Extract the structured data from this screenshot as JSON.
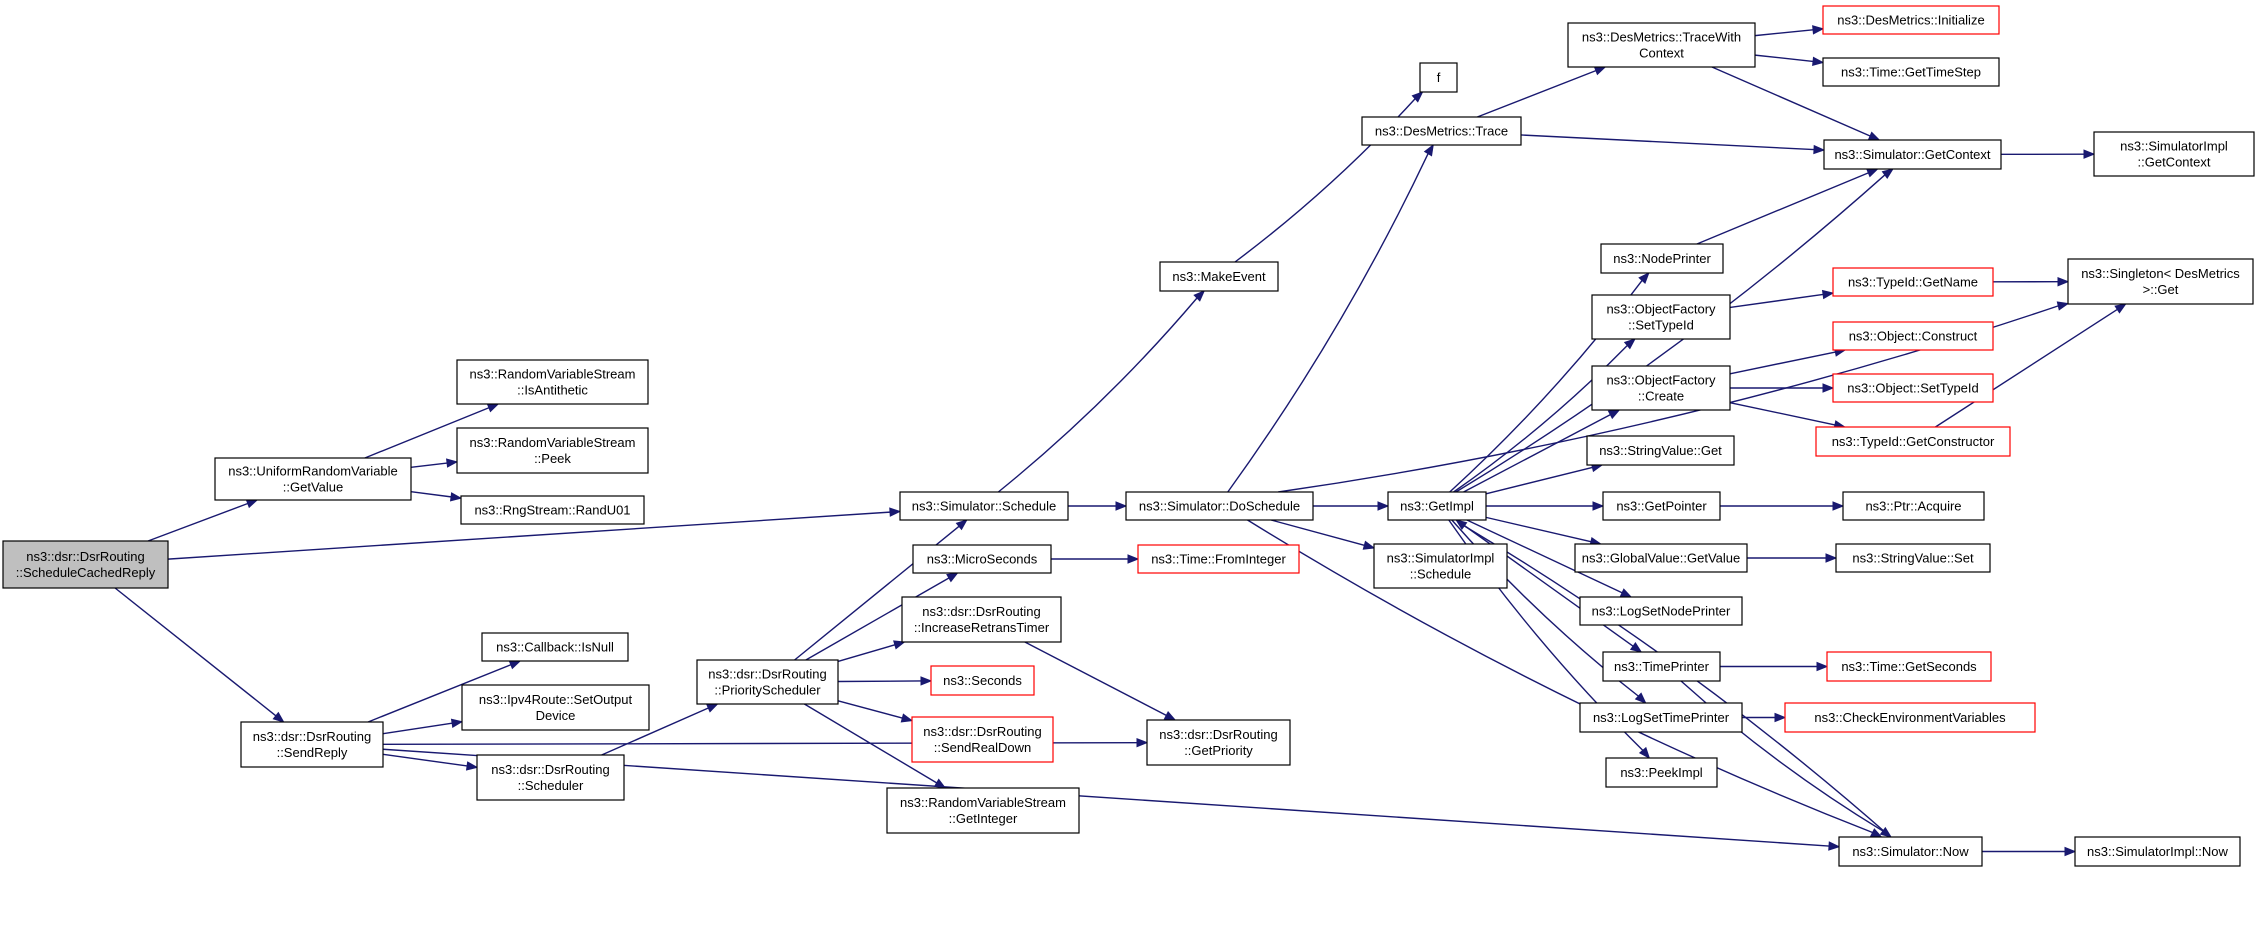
{
  "diagram": {
    "title": "",
    "colors": {
      "edge": "#191970",
      "external_border": "#ff0000",
      "root_fill": "#bfbfbf",
      "node_border": "#000000"
    },
    "nodes": {
      "n0": {
        "lines": [
          "ns3::dsr::DsrRouting",
          "::ScheduleCachedReply"
        ],
        "kind": "root"
      },
      "n1": {
        "lines": [
          "ns3::UniformRandomVariable",
          "::GetValue"
        ]
      },
      "n2": {
        "lines": [
          "ns3::RandomVariableStream",
          "::IsAntithetic"
        ]
      },
      "n3": {
        "lines": [
          "ns3::RandomVariableStream",
          "::Peek"
        ]
      },
      "n4": {
        "lines": [
          "ns3::RngStream::RandU01"
        ]
      },
      "n5": {
        "lines": [
          "ns3::Simulator::Schedule"
        ]
      },
      "n6": {
        "lines": [
          "ns3::MakeEvent"
        ]
      },
      "n7": {
        "lines": [
          "f"
        ]
      },
      "n8": {
        "lines": [
          "ns3::Simulator::DoSchedule"
        ]
      },
      "n9": {
        "lines": [
          "ns3::DesMetrics::Trace"
        ]
      },
      "n10": {
        "lines": [
          "ns3::DesMetrics::TraceWith",
          "Context"
        ]
      },
      "n11": {
        "lines": [
          "ns3::DesMetrics::Initialize"
        ],
        "kind": "red"
      },
      "n12": {
        "lines": [
          "ns3::Time::GetTimeStep"
        ]
      },
      "n13": {
        "lines": [
          "ns3::Simulator::GetContext"
        ]
      },
      "n14": {
        "lines": [
          "ns3::SimulatorImpl",
          "::GetContext"
        ]
      },
      "n15": {
        "lines": [
          "ns3::Singleton< DesMetrics",
          ">::Get"
        ]
      },
      "n16": {
        "lines": [
          "ns3::GetImpl"
        ]
      },
      "n17": {
        "lines": [
          "ns3::NodePrinter"
        ]
      },
      "n18": {
        "lines": [
          "ns3::ObjectFactory",
          "::SetTypeId"
        ]
      },
      "n19": {
        "lines": [
          "ns3::TypeId::GetName"
        ],
        "kind": "red"
      },
      "n20": {
        "lines": [
          "ns3::ObjectFactory",
          "::Create"
        ]
      },
      "n21": {
        "lines": [
          "ns3::Object::Construct"
        ],
        "kind": "red"
      },
      "n22": {
        "lines": [
          "ns3::Object::SetTypeId"
        ],
        "kind": "red"
      },
      "n23": {
        "lines": [
          "ns3::TypeId::GetConstructor"
        ],
        "kind": "red"
      },
      "n24": {
        "lines": [
          "ns3::StringValue::Get"
        ]
      },
      "n25": {
        "lines": [
          "ns3::GetPointer"
        ]
      },
      "n26": {
        "lines": [
          "ns3::Ptr::Acquire"
        ]
      },
      "n27": {
        "lines": [
          "ns3::GlobalValue::GetValue"
        ]
      },
      "n28": {
        "lines": [
          "ns3::StringValue::Set"
        ]
      },
      "n29": {
        "lines": [
          "ns3::LogSetNodePrinter"
        ]
      },
      "n30": {
        "lines": [
          "ns3::TimePrinter"
        ]
      },
      "n31": {
        "lines": [
          "ns3::Time::GetSeconds"
        ],
        "kind": "red"
      },
      "n32": {
        "lines": [
          "ns3::LogSetTimePrinter"
        ]
      },
      "n33": {
        "lines": [
          "ns3::CheckEnvironmentVariables"
        ],
        "kind": "red"
      },
      "n34": {
        "lines": [
          "ns3::PeekImpl"
        ]
      },
      "n35": {
        "lines": [
          "ns3::Simulator::Now"
        ]
      },
      "n36": {
        "lines": [
          "ns3::SimulatorImpl::Now"
        ]
      },
      "n37": {
        "lines": [
          "ns3::SimulatorImpl",
          "::Schedule"
        ]
      },
      "n38": {
        "lines": [
          "ns3::MicroSeconds"
        ]
      },
      "n39": {
        "lines": [
          "ns3::Time::FromInteger"
        ],
        "kind": "red"
      },
      "n40": {
        "lines": [
          "ns3::dsr::DsrRouting",
          "::IncreaseRetransTimer"
        ]
      },
      "n41": {
        "lines": [
          "ns3::dsr::DsrRouting",
          "::GetPriority"
        ]
      },
      "n42": {
        "lines": [
          "ns3::Seconds"
        ],
        "kind": "red"
      },
      "n43": {
        "lines": [
          "ns3::dsr::DsrRouting",
          "::SendRealDown"
        ],
        "kind": "red"
      },
      "n44": {
        "lines": [
          "ns3::RandomVariableStream",
          "::GetInteger"
        ]
      },
      "n45": {
        "lines": [
          "ns3::dsr::DsrRouting",
          "::PriorityScheduler"
        ]
      },
      "n46": {
        "lines": [
          "ns3::dsr::DsrRouting",
          "::SendReply"
        ]
      },
      "n47": {
        "lines": [
          "ns3::Callback::IsNull"
        ]
      },
      "n48": {
        "lines": [
          "ns3::Ipv4Route::SetOutput",
          "Device"
        ]
      },
      "n49": {
        "lines": [
          "ns3::dsr::DsrRouting",
          "::Scheduler"
        ]
      }
    },
    "edges": [
      [
        "n0",
        "n1"
      ],
      [
        "n0",
        "n5"
      ],
      [
        "n0",
        "n46"
      ],
      [
        "n1",
        "n2"
      ],
      [
        "n1",
        "n3"
      ],
      [
        "n1",
        "n4"
      ],
      [
        "n5",
        "n6"
      ],
      [
        "n5",
        "n8"
      ],
      [
        "n6",
        "n7"
      ],
      [
        "n8",
        "n9"
      ],
      [
        "n8",
        "n15"
      ],
      [
        "n8",
        "n16"
      ],
      [
        "n8",
        "n37"
      ],
      [
        "n8",
        "n35"
      ],
      [
        "n9",
        "n10"
      ],
      [
        "n9",
        "n13"
      ],
      [
        "n10",
        "n11"
      ],
      [
        "n10",
        "n12"
      ],
      [
        "n10",
        "n13"
      ],
      [
        "n13",
        "n14"
      ],
      [
        "n17",
        "n13"
      ],
      [
        "n16",
        "n13"
      ],
      [
        "n16",
        "n17"
      ],
      [
        "n16",
        "n18"
      ],
      [
        "n16",
        "n20"
      ],
      [
        "n16",
        "n24"
      ],
      [
        "n16",
        "n25"
      ],
      [
        "n16",
        "n27"
      ],
      [
        "n16",
        "n29"
      ],
      [
        "n16",
        "n30"
      ],
      [
        "n16",
        "n32"
      ],
      [
        "n16",
        "n34"
      ],
      [
        "n18",
        "n19"
      ],
      [
        "n19",
        "n15"
      ],
      [
        "n20",
        "n21"
      ],
      [
        "n20",
        "n22"
      ],
      [
        "n20",
        "n23"
      ],
      [
        "n23",
        "n15"
      ],
      [
        "n25",
        "n26"
      ],
      [
        "n27",
        "n28"
      ],
      [
        "n30",
        "n31"
      ],
      [
        "n30",
        "n35"
      ],
      [
        "n32",
        "n33"
      ],
      [
        "n35",
        "n16"
      ],
      [
        "n35",
        "n36"
      ],
      [
        "n38",
        "n39"
      ],
      [
        "n40",
        "n41"
      ],
      [
        "n45",
        "n5"
      ],
      [
        "n45",
        "n38"
      ],
      [
        "n45",
        "n40"
      ],
      [
        "n45",
        "n42"
      ],
      [
        "n45",
        "n43"
      ],
      [
        "n45",
        "n44"
      ],
      [
        "n46",
        "n47"
      ],
      [
        "n46",
        "n48"
      ],
      [
        "n46",
        "n49"
      ],
      [
        "n46",
        "n41"
      ],
      [
        "n46",
        "n35"
      ],
      [
        "n49",
        "n45"
      ]
    ]
  }
}
